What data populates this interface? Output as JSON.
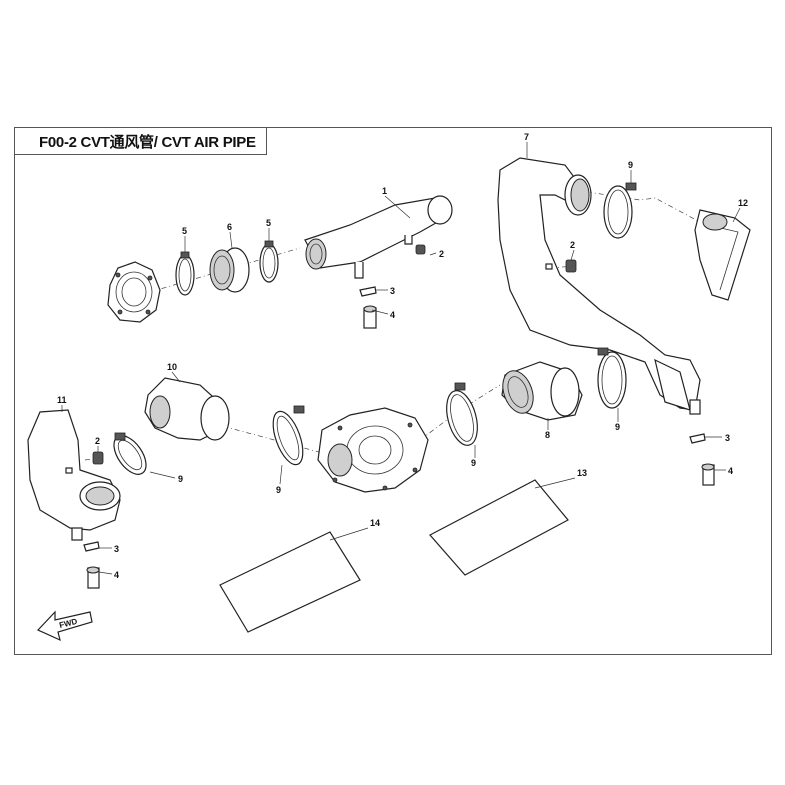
{
  "title": "F00-2 CVT通风管/ CVT AIR PIPE",
  "fwd_label": "FWD",
  "callouts": [
    "1",
    "2",
    "3",
    "4",
    "5",
    "5",
    "6",
    "7",
    "9",
    "12",
    "2",
    "3",
    "4",
    "10",
    "11",
    "2",
    "9",
    "9",
    "9",
    "8",
    "9",
    "3",
    "4",
    "13",
    "14"
  ]
}
